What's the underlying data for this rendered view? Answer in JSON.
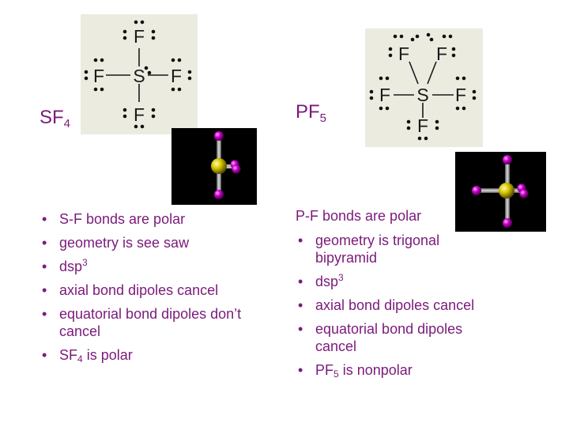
{
  "left": {
    "heading": {
      "base": "SF",
      "sub": "4"
    },
    "lewis": {
      "center": "S",
      "ligand": "F"
    },
    "bullets": [
      {
        "text": "S-F bonds are polar"
      },
      {
        "text": "geometry is see saw"
      },
      {
        "text": "dsp",
        "sup": "3"
      },
      {
        "text": "axial bond dipoles cancel"
      },
      {
        "text": "equatorial bond dipoles don’t cancel"
      },
      {
        "text": "SF",
        "sub": "4",
        "after": " is polar"
      }
    ]
  },
  "right": {
    "heading": {
      "base": "PF",
      "sub": "5"
    },
    "lewis": {
      "center": "S",
      "ligand": "F"
    },
    "lead": "P-F bonds are polar",
    "bullets": [
      {
        "text": "geometry is trigonal bipyramid"
      },
      {
        "text": "dsp",
        "sup": "3"
      },
      {
        "text": "axial bond dipoles cancel"
      },
      {
        "text": "equatorial bond dipoles cancel"
      },
      {
        "text": "PF",
        "sub": "5",
        "after": " is nonpolar"
      }
    ]
  },
  "bullet_glyph": "•",
  "colors": {
    "text": "#7b1a7b",
    "lewis_bg": "#ecebe0",
    "central_atom": "#d8c800",
    "fluorine_atom": "#d000d0"
  }
}
